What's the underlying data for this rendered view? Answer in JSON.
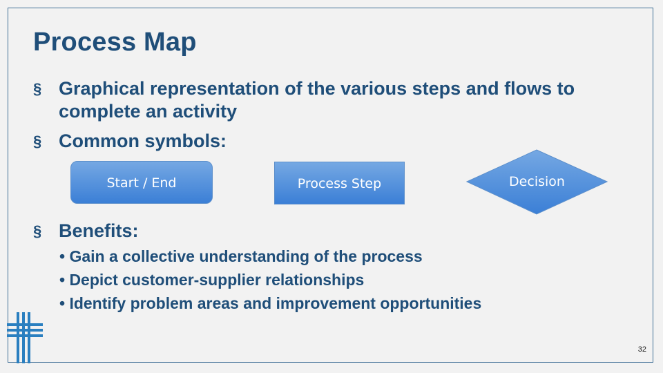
{
  "slide": {
    "title": "Process Map",
    "bullets": [
      "Graphical representation of the various steps and flows to complete an activity",
      "Common symbols:",
      "Benefits:"
    ],
    "bullet_mark": "§",
    "symbols": {
      "start_end": "Start / End",
      "process_step": "Process Step",
      "decision": "Decision"
    },
    "benefits": [
      "• Gain a collective understanding of the process",
      "• Depict customer-supplier relationships",
      "• Identify problem areas and improvement opportunities"
    ],
    "page_number": "32"
  },
  "colors": {
    "title": "#1f4e79",
    "shape_fill": "#4f8fdb",
    "background": "#f2f2f2"
  },
  "icons": {
    "logo": "cross-logo-icon"
  }
}
